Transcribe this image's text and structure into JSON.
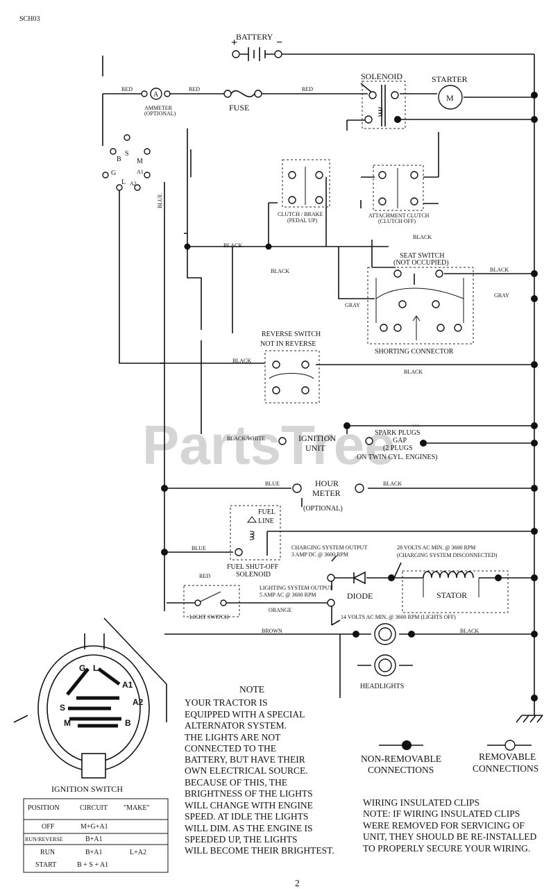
{
  "doc_code": "SCH03",
  "watermark": "PartsTree",
  "watermark_tm": "™",
  "components": {
    "battery": "BATTERY",
    "battery_plus": "+",
    "battery_minus": "−",
    "solenoid": "SOLENOID",
    "starter": "STARTER",
    "starter_symbol": "M",
    "ammeter_symbol": "A",
    "ammeter": "AMMETER",
    "ammeter_optional": "(OPTIONAL)",
    "fuse": "FUSE",
    "clutch_brake": "CLUTCH / BRAKE",
    "clutch_brake_sub": "(PEDAL UP)",
    "attachment_clutch": "ATTACHMENT CLUTCH",
    "attachment_clutch_sub": "(CLUTCH OFF)",
    "seat_switch": "SEAT SWITCH",
    "seat_switch_sub": "(NOT OCCUPIED)",
    "shorting_connector": "SHORTING CONNECTOR",
    "reverse_switch": "REVERSE SWITCH",
    "reverse_switch_sub": "NOT IN REVERSE",
    "ignition_unit_1": "IGNITION",
    "ignition_unit_2": "UNIT",
    "spark_plugs_1": "SPARK PLUGS",
    "spark_plugs_2": "GAP",
    "spark_plugs_3": "(2 PLUGS",
    "spark_plugs_4": "ON TWIN CYL. ENGINES)",
    "hour_meter_1": "HOUR",
    "hour_meter_2": "METER",
    "hour_meter_opt": "(OPTIONAL)",
    "fuel_line_1": "FUEL",
    "fuel_line_2": "LINE",
    "fuel_solenoid_1": "FUEL SHUT-OFF",
    "fuel_solenoid_2": "SOLENOID",
    "charging_1": "CHARGING SYSTEM OUTPUT",
    "charging_2": "3 AMP DC @ 3600 RPM",
    "volts28_1": "28 VOLTS AC MIN. @ 3600 RPM",
    "volts28_2": "(CHARGING SYSTEM DISCONNECTED)",
    "diode": "DIODE",
    "stator": "STATOR",
    "lighting_1": "LIGHTING SYSTEM OUTPUT",
    "lighting_2": "5 AMP AC @ 3600 RPM",
    "volts14": "14 VOLTS AC MIN. @ 3600 RPM (LIGHTS OFF)",
    "light_switch": "LIGHT SWITCH",
    "headlights": "HEADLIGHTS"
  },
  "wires": {
    "red1": "RED",
    "red2": "RED",
    "red3": "RED",
    "red4": "RED",
    "blue_v": "BLUE",
    "black1": "BLACK",
    "black2": "BLACK",
    "black3": "BLACK",
    "black4": "BLACK",
    "black5": "BLACK",
    "black6": "BLACK",
    "black7": "BLACK",
    "gray1": "GRAY",
    "gray2": "GRAY",
    "black_white": "BLACK/WHITE",
    "blue2": "BLUE",
    "blue3": "BLUE",
    "orange": "ORANGE",
    "brown": "BROWN"
  },
  "ignition_terminals": [
    "B",
    "S",
    "M",
    "G",
    "L",
    "A1",
    "A2"
  ],
  "ignition_switch": {
    "title": "IGNITION SWITCH",
    "face_letters": [
      "G",
      "L",
      "A1",
      "A2",
      "S",
      "M",
      "B"
    ],
    "header": [
      "POSITION",
      "CIRCUIT",
      "\"MAKE\""
    ],
    "rows": [
      [
        "OFF",
        "M+G+A1",
        ""
      ],
      [
        "RUN/REVERSE",
        "B+A1",
        ""
      ],
      [
        "RUN",
        "B+A1",
        "L+A2"
      ],
      [
        "START",
        "B + S + A1",
        ""
      ]
    ]
  },
  "note": {
    "title": "NOTE",
    "lines": [
      "YOUR TRACTOR IS",
      "EQUIPPED WITH A SPECIAL",
      "ALTERNATOR SYSTEM.",
      "THE LIGHTS ARE NOT",
      "CONNECTED TO THE",
      "BATTERY, BUT HAVE THEIR",
      "OWN ELECTRICAL SOURCE.",
      "BECAUSE OF THIS, THE",
      "BRIGHTNESS OF THE LIGHTS",
      "WILL CHANGE WITH ENGINE",
      "SPEED. AT IDLE THE LIGHTS",
      "WILL DIM. AS THE ENGINE IS",
      "SPEEDED UP, THE LIGHTS",
      "WILL BECOME THEIR BRIGHTEST."
    ]
  },
  "legend": {
    "non_removable_1": "NON-REMOVABLE",
    "non_removable_2": "CONNECTIONS",
    "removable_1": "REMOVABLE",
    "removable_2": "CONNECTIONS"
  },
  "wiring_note": {
    "title": "WIRING INSULATED CLIPS",
    "lines": [
      "NOTE: IF WIRING INSULATED CLIPS",
      "WERE REMOVED FOR SERVICING OF",
      "UNIT, THEY SHOULD BE RE-INSTALLED",
      "TO PROPERLY SECURE YOUR WIRING."
    ]
  },
  "page_number": "2"
}
